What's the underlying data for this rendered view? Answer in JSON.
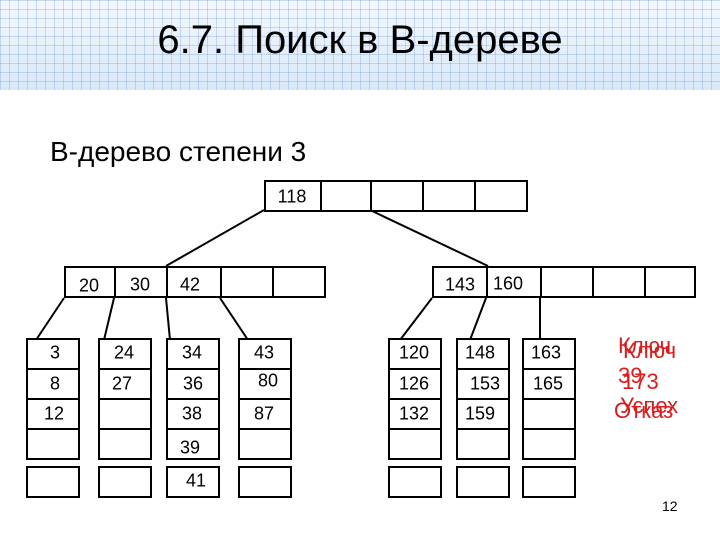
{
  "slide": {
    "title": "6.7. Поиск в B-дереве",
    "subtitle": "B-дерево степени 3",
    "page_number": "12"
  },
  "root": {
    "keys": [
      "118"
    ]
  },
  "internal_left": {
    "keys": [
      "20",
      "30",
      "42"
    ]
  },
  "internal_right": {
    "keys": [
      "143",
      "160"
    ]
  },
  "leaves": {
    "l1": [
      "3",
      "8",
      "12"
    ],
    "l2": [
      "24",
      "27"
    ],
    "l3": [
      "34",
      "36",
      "38",
      "39",
      "41"
    ],
    "l4": [
      "43",
      "80",
      "87"
    ],
    "l5": [
      "120",
      "126",
      "132"
    ],
    "l6": [
      "148",
      "153",
      "159"
    ],
    "l7": [
      "163",
      "165"
    ]
  },
  "annotations": {
    "key_label_a": "Ключ",
    "key_label_b": "Ключ",
    "key_value_a": "39",
    "key_value_b": "173",
    "result_a": "Успех",
    "result_b": "Отказ"
  },
  "colors": {
    "accent_red": "#d81e1e",
    "title_band": "#e6f0fb"
  }
}
